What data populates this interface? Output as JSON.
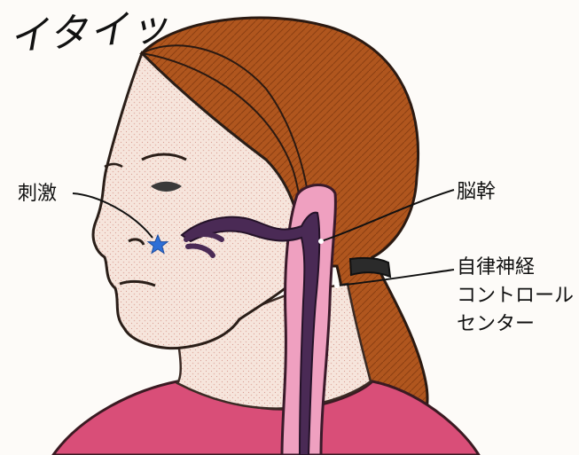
{
  "title": "イタイッ",
  "labels": {
    "stimulus": "刺激",
    "brainstem": "脳幹",
    "autonomic_line1": "自律神経",
    "autonomic_line2": "コントロール",
    "autonomic_line3": "センター"
  },
  "colors": {
    "hair": "#b05a22",
    "skin": "#f4e1d6",
    "shirt": "#d94e78",
    "nerve": "#4a2a55",
    "spinal_pink": "#efa0c0",
    "star": "#2f6fd6"
  },
  "icons": {
    "stimulus_point": "star-icon"
  }
}
